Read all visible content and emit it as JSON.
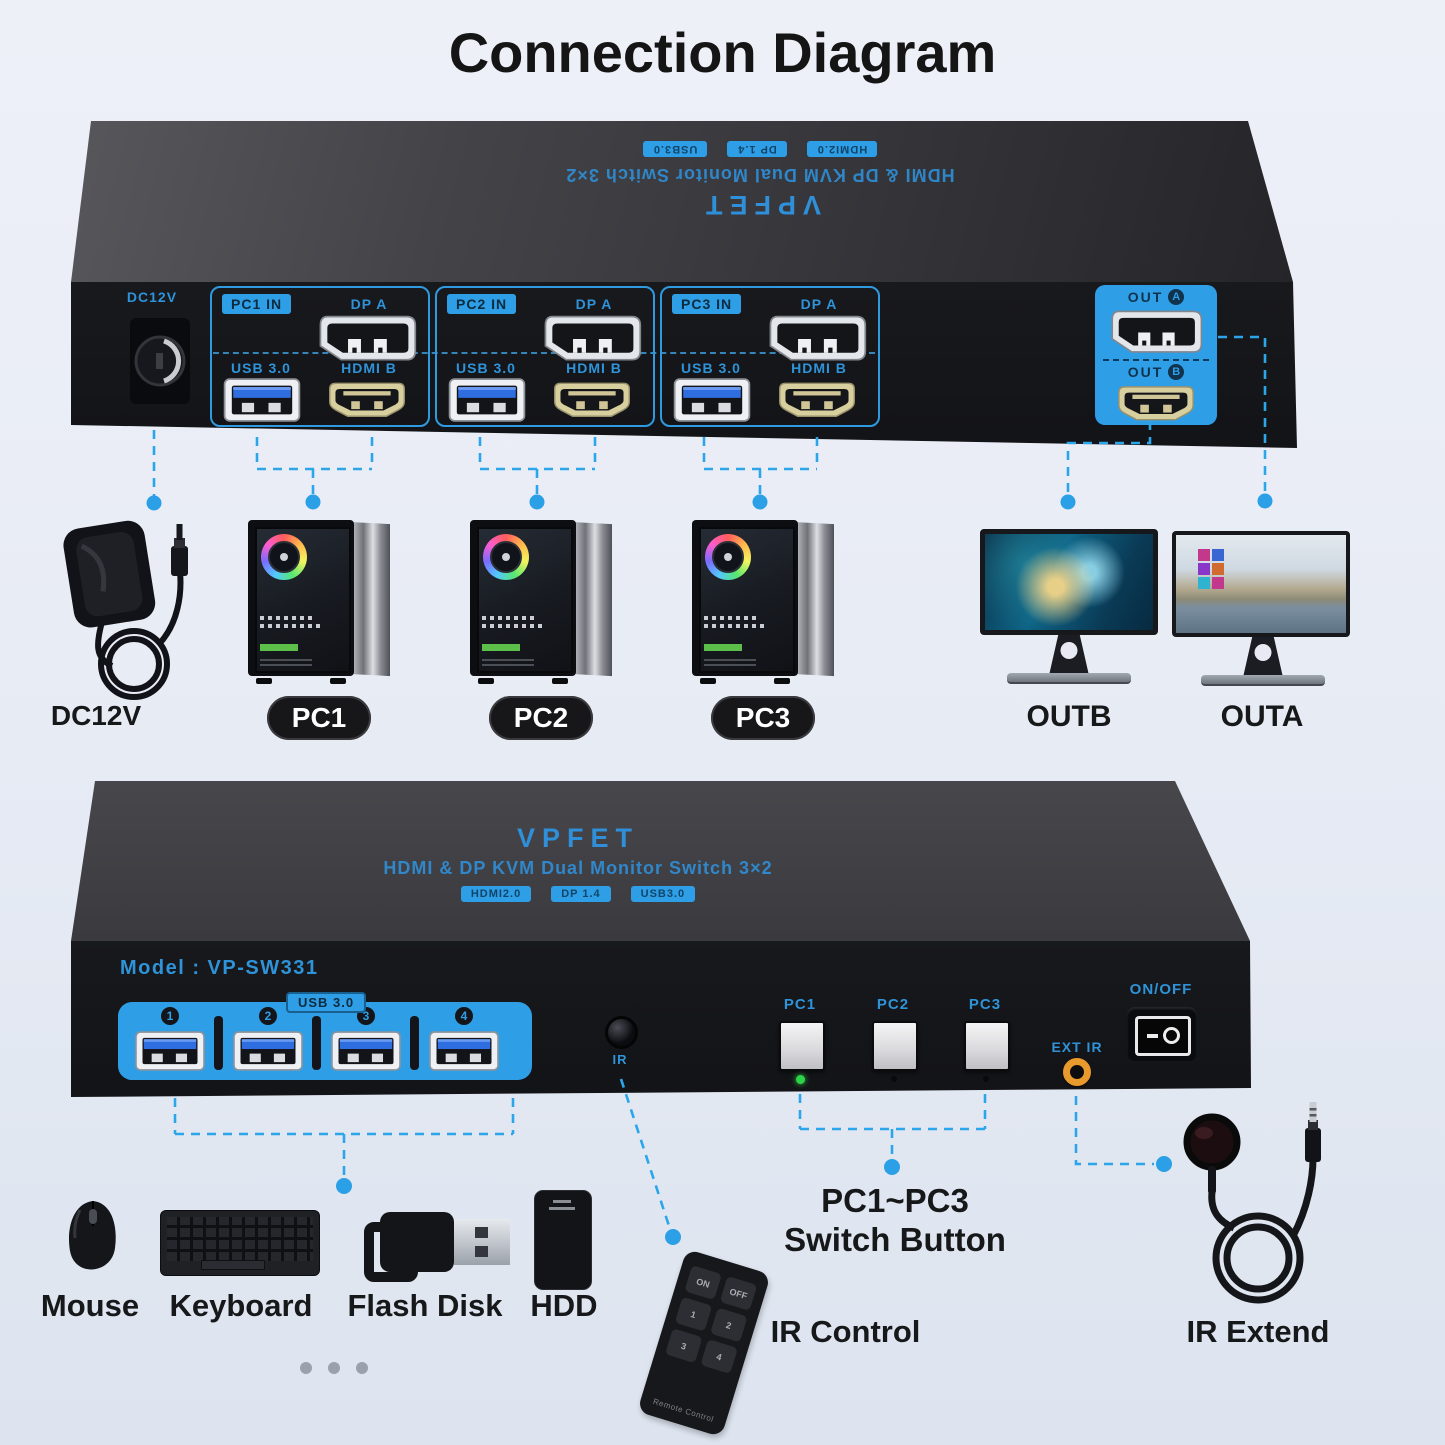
{
  "title": "Connection Diagram",
  "colors": {
    "accent_blue": "#2e9ee6",
    "leader_blue": "#2ba6ea",
    "led_green": "#2ed34a",
    "ext_ir_orange": "#e89b2c"
  },
  "top_device": {
    "brand": "VPFET",
    "product": "HDMI & DP KVM Dual Monitor Switch 3×2",
    "badges": [
      "HDMI2.0",
      "DP 1.4",
      "USB3.0"
    ],
    "dc_port_label": "DC12V",
    "groups": [
      {
        "label": "PC1 IN",
        "dp_label": "DP A",
        "usb_label": "USB 3.0",
        "hdmi_label": "HDMI B"
      },
      {
        "label": "PC2 IN",
        "dp_label": "DP A",
        "usb_label": "USB 3.0",
        "hdmi_label": "HDMI B"
      },
      {
        "label": "PC3 IN",
        "dp_label": "DP A",
        "usb_label": "USB 3.0",
        "hdmi_label": "HDMI B"
      }
    ],
    "outputs": [
      {
        "label": "OUT",
        "letter": "A"
      },
      {
        "label": "OUT",
        "letter": "B"
      }
    ]
  },
  "connected_top": {
    "power_label": "DC12V",
    "pc_labels": [
      "PC1",
      "PC2",
      "PC3"
    ],
    "monitor_left_label": "OUTB",
    "monitor_right_label": "OUTA"
  },
  "bottom_device": {
    "brand": "VPFET",
    "product": "HDMI & DP KVM Dual Monitor Switch 3×2",
    "badges": [
      "HDMI2.0",
      "DP 1.4",
      "USB3.0"
    ],
    "model": "Model : VP-SW331",
    "usb_section_label": "USB 3.0",
    "usb_port_numbers": [
      "1",
      "2",
      "3",
      "4"
    ],
    "ir_receiver_label": "IR",
    "switch_buttons": [
      "PC1",
      "PC2",
      "PC3"
    ],
    "ext_ir_label": "EXT IR",
    "power_switch_label": "ON/OFF"
  },
  "connected_bottom": {
    "peripheral_labels": [
      "Mouse",
      "Keyboard",
      "Flash Disk",
      "HDD"
    ],
    "switch_note": [
      "PC1~PC3",
      "Switch Button"
    ],
    "ir_control_label": "IR Control",
    "ir_extend_label": "IR Extend",
    "remote_buttons": [
      "ON",
      "OFF",
      "1",
      "2",
      "3",
      "4"
    ],
    "remote_footer": "Remote Control"
  }
}
